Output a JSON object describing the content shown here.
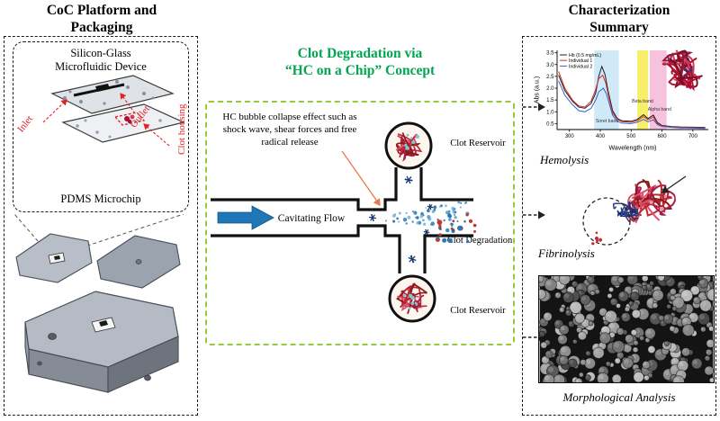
{
  "colors": {
    "title_green": "#00A651",
    "border_green": "#97C83E",
    "label_red": "#E02128",
    "arrow_blue": "#1F77B8",
    "clot_red": "#C1272D"
  },
  "left_panel": {
    "title_line1": "CoC Platform and",
    "title_line2": "Packaging",
    "device_label_line1": "Silicon-Glass",
    "device_label_line2": "Microfluidic Device",
    "labels": {
      "inlet": "Inlet",
      "outlet": "Outlet",
      "clot_housing": "Clot housing",
      "pdms": "PDMS Microchip"
    }
  },
  "middle_panel": {
    "title_line1": "Clot Degradation via",
    "title_line2": "“HC on a Chip” Concept",
    "bubble_note": "HC bubble collapse effect such as shock wave, shear forces and free radical release",
    "flow_label": "Cavitating Flow",
    "reservoir_top_label": "Clot Reservoir",
    "reservoir_bottom_label": "Clot Reservoir",
    "degradation_label": "Clot Degradation"
  },
  "right_panel": {
    "title_line1": "Characterization",
    "title_line2": "Summary",
    "hemolysis_label": "Hemolysis",
    "fibrinolysis_label": "Fibrinolysis",
    "morphology_label": "Morphological Analysis"
  },
  "chart_data": {
    "type": "line",
    "title": "",
    "xlabel": "Wavelength (nm)",
    "ylabel": "Abs (a.u.)",
    "xlim": [
      260,
      750
    ],
    "ylim": [
      0.25,
      3.6
    ],
    "x_ticks": [
      300,
      400,
      500,
      600,
      700
    ],
    "y_ticks": [
      0.5,
      1.0,
      1.5,
      2.0,
      2.5,
      3.0,
      3.5
    ],
    "grid": false,
    "legend_position": "top-left",
    "bands": [
      {
        "label": "Soret band",
        "x0": 380,
        "x1": 460,
        "color": "#cfe9f7",
        "label_x": 422,
        "label_y": 0.55
      },
      {
        "label": "Beta band",
        "x0": 520,
        "x1": 555,
        "color": "#f7ef6a",
        "label_x": 537,
        "label_y": 1.4
      },
      {
        "label": "Alpha band",
        "x0": 560,
        "x1": 615,
        "color": "#f7c2de",
        "label_x": 592,
        "label_y": 1.05
      }
    ],
    "series": [
      {
        "name": "Hb (0.5 mg/mL)",
        "color": "#222222",
        "points": [
          [
            265,
            2.55
          ],
          [
            285,
            1.9
          ],
          [
            310,
            1.45
          ],
          [
            330,
            1.2
          ],
          [
            350,
            1.15
          ],
          [
            370,
            1.35
          ],
          [
            385,
            1.8
          ],
          [
            395,
            2.5
          ],
          [
            405,
            2.92
          ],
          [
            415,
            2.6
          ],
          [
            425,
            1.9
          ],
          [
            440,
            1.05
          ],
          [
            455,
            0.72
          ],
          [
            470,
            0.62
          ],
          [
            500,
            0.6
          ],
          [
            520,
            0.68
          ],
          [
            540,
            0.88
          ],
          [
            555,
            0.72
          ],
          [
            572,
            0.86
          ],
          [
            585,
            0.55
          ],
          [
            600,
            0.42
          ],
          [
            630,
            0.38
          ],
          [
            660,
            0.36
          ],
          [
            700,
            0.35
          ],
          [
            740,
            0.34
          ]
        ]
      },
      {
        "name": "Individual 1",
        "color": "#d22d2d",
        "points": [
          [
            265,
            2.7
          ],
          [
            285,
            2.0
          ],
          [
            310,
            1.5
          ],
          [
            330,
            1.25
          ],
          [
            350,
            1.2
          ],
          [
            370,
            1.45
          ],
          [
            385,
            1.95
          ],
          [
            395,
            2.4
          ],
          [
            408,
            2.55
          ],
          [
            418,
            2.2
          ],
          [
            428,
            1.6
          ],
          [
            440,
            0.95
          ],
          [
            455,
            0.68
          ],
          [
            470,
            0.58
          ],
          [
            500,
            0.56
          ],
          [
            520,
            0.63
          ],
          [
            540,
            0.8
          ],
          [
            555,
            0.66
          ],
          [
            572,
            0.78
          ],
          [
            585,
            0.5
          ],
          [
            600,
            0.4
          ],
          [
            630,
            0.36
          ],
          [
            660,
            0.34
          ],
          [
            700,
            0.33
          ],
          [
            740,
            0.32
          ]
        ]
      },
      {
        "name": "Individual 2",
        "color": "#3a5fd0",
        "points": [
          [
            265,
            2.3
          ],
          [
            285,
            1.7
          ],
          [
            310,
            1.3
          ],
          [
            330,
            1.05
          ],
          [
            350,
            1.0
          ],
          [
            370,
            1.15
          ],
          [
            385,
            1.5
          ],
          [
            395,
            1.85
          ],
          [
            410,
            2.0
          ],
          [
            420,
            1.75
          ],
          [
            430,
            1.3
          ],
          [
            440,
            0.85
          ],
          [
            455,
            0.6
          ],
          [
            470,
            0.52
          ],
          [
            500,
            0.5
          ],
          [
            520,
            0.56
          ],
          [
            540,
            0.68
          ],
          [
            555,
            0.58
          ],
          [
            572,
            0.66
          ],
          [
            585,
            0.46
          ],
          [
            600,
            0.38
          ],
          [
            630,
            0.34
          ],
          [
            660,
            0.32
          ],
          [
            700,
            0.31
          ],
          [
            740,
            0.3
          ]
        ]
      }
    ]
  }
}
